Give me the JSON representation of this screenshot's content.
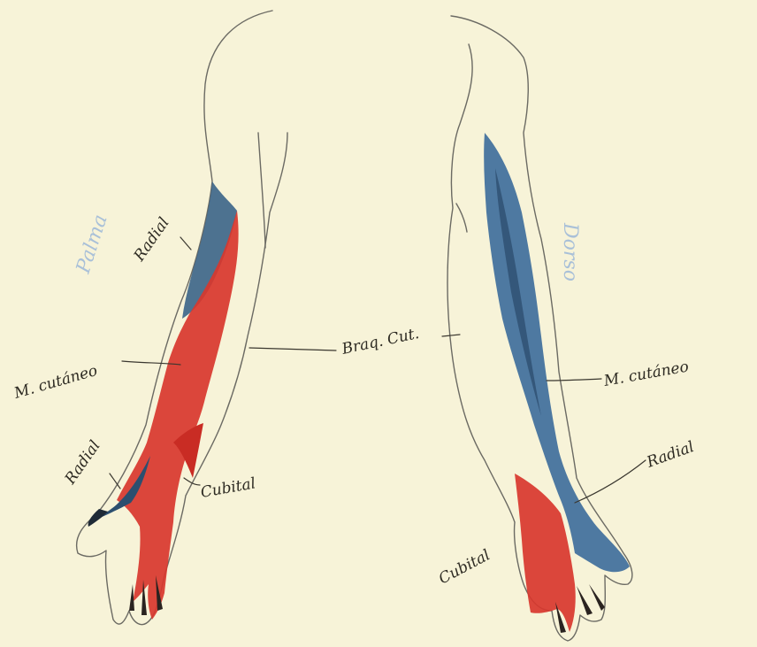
{
  "labels": {
    "palma": "Palma",
    "dorso": "Dorso",
    "left": {
      "radial_upper": "Radial",
      "m_cutaneo": "M. cutáneo",
      "radial_lower": "Radial",
      "cubital": "Cubital"
    },
    "center": {
      "braq_cut": "Braq. Cut."
    },
    "right": {
      "m_cutaneo": "M. cutáneo",
      "radial": "Radial",
      "cubital": "Cubital"
    }
  },
  "colors": {
    "paper": "#f7f3d8",
    "red": "#d8372e",
    "blue": "#3f6f9c",
    "dark_blue": "#2e4f70",
    "pencil": "#6b6a63",
    "faint_blue": "#a9c0d8"
  }
}
